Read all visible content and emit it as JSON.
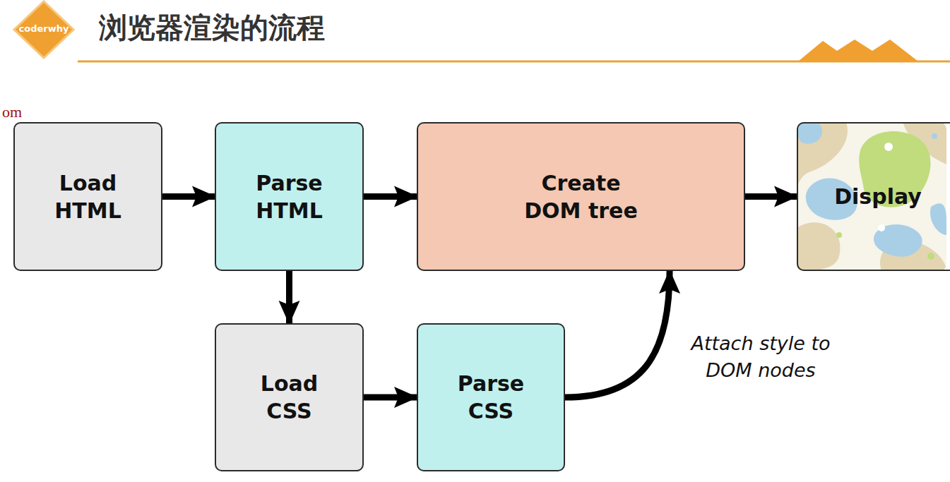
{
  "diagram": {
    "title": "浏览器渲染的流程",
    "nodes": [
      {
        "text": [
          "Load HTML"
        ]
      },
      {
        "text": [
          "Parse HTML"
        ]
      },
      {
        "text": [
          "Create DOM tree"
        ]
      },
      {
        "text": [
          "Display"
        ]
      },
      {
        "text": [
          "Load CSS"
        ]
      },
      {
        "text": [
          "Parse CSS"
        ]
      }
    ],
    "edges": [
      {
        "from": 0,
        "to": 1,
        "arrow": "to"
      },
      {
        "from": 1,
        "to": 2,
        "arrow": "to"
      },
      {
        "from": 2,
        "to": 3,
        "arrow": "to"
      },
      {
        "from": 1,
        "to": 4,
        "arrow": "to"
      },
      {
        "from": 4,
        "to": 5,
        "arrow": "to"
      },
      {
        "from": 5,
        "to": 2,
        "label": "Attach style to DOM nodes",
        "arrow": "to"
      }
    ],
    "labels": [
      "coderwhy",
      "om"
    ]
  }
}
